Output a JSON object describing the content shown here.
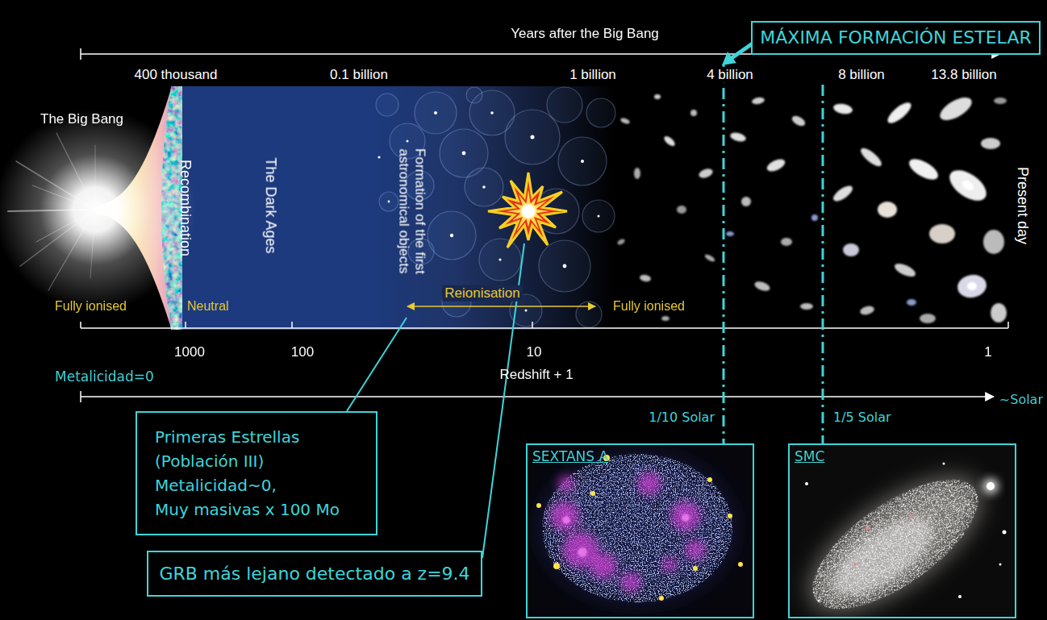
{
  "diagram": {
    "nodes": [
      {
        "text": [
          "MÁXIMA FORMACIÓN ESTELAR"
        ]
      },
      {
        "text": [
          "Primeras Estrellas",
          "(Población III)",
          "Metalicidad~0,",
          "Muy masivas x 100 Mo"
        ]
      },
      {
        "text": [
          "SEXTANS A"
        ]
      },
      {
        "text": [
          "SMC"
        ]
      },
      {
        "text": [
          "GRB más lejano detectado a z=9.4"
        ]
      }
    ],
    "labels": [
      "Years after the Big Bang",
      "400 thousand",
      "0.1 billion",
      "1 billion",
      "4 billion",
      "8 billion",
      "13.8 billion",
      "The Big Bang",
      "Recombination",
      "The Dark Ages",
      "Formation of the first astronomical objects",
      "Present day",
      "Reionisation",
      "Fully ionised",
      "Neutral",
      "Fully ionised",
      "1000",
      "100",
      "10",
      "1",
      "Redshift + 1",
      "Metalicidad=0",
      "~Solar",
      "1/10 Solar",
      "1/5 Solar"
    ]
  }
}
